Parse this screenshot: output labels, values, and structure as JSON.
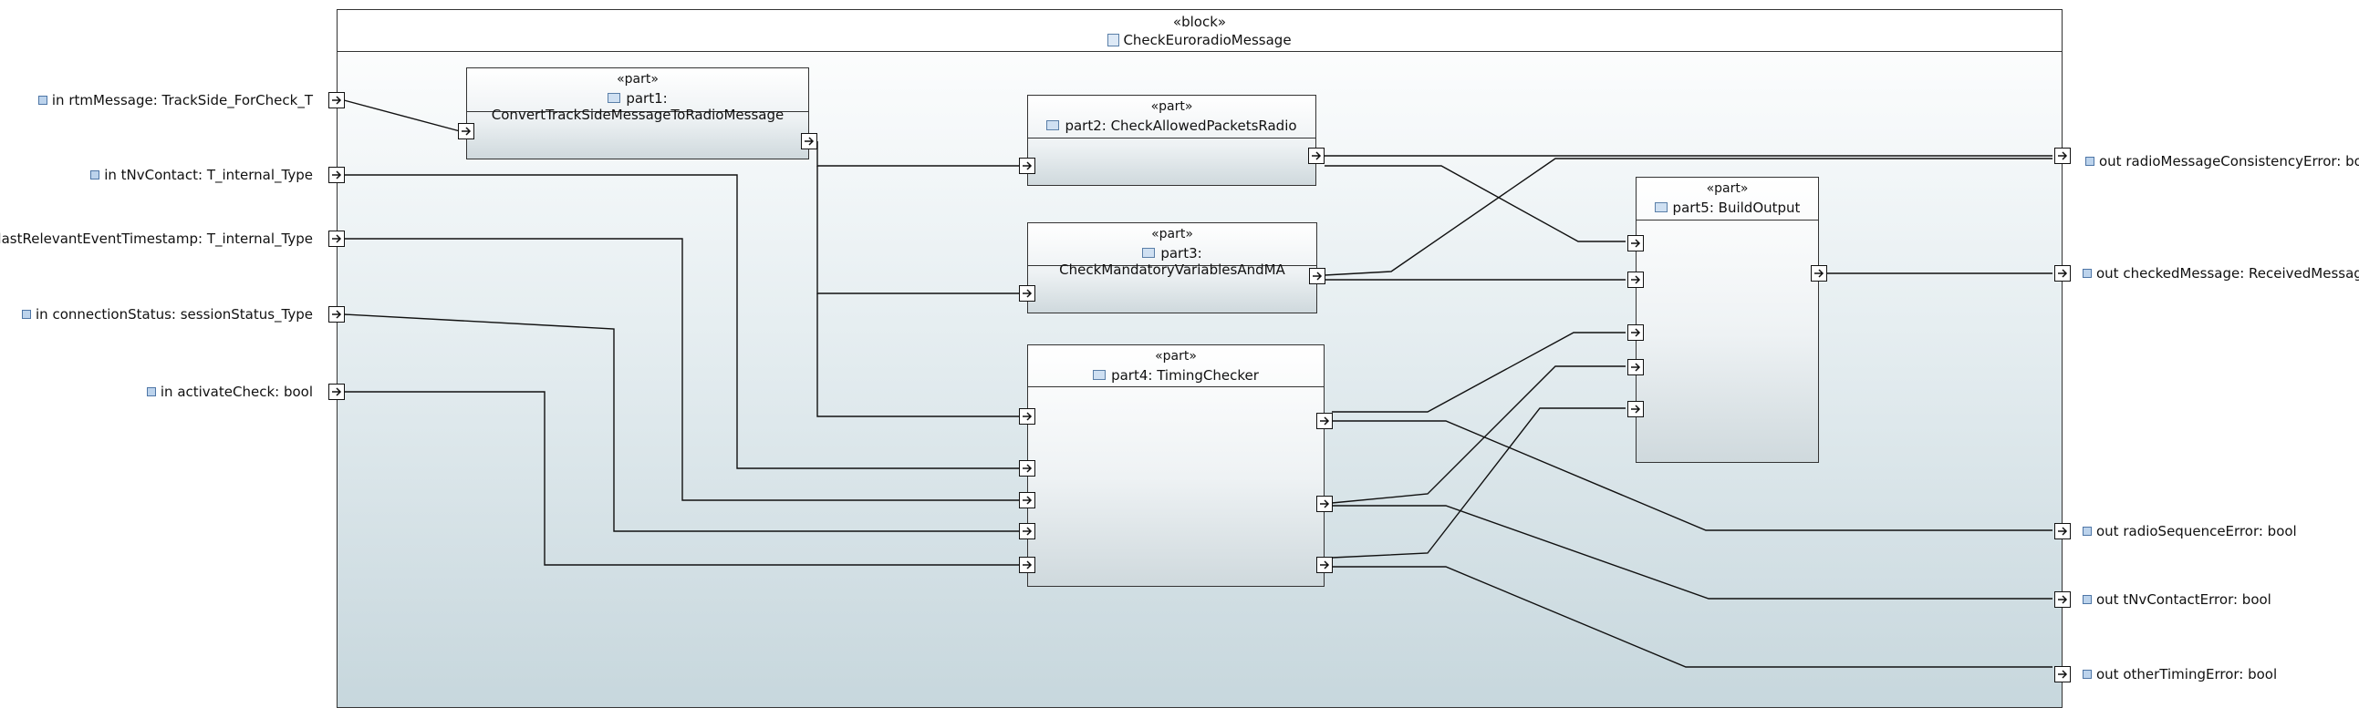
{
  "block": {
    "stereotype": "«block»",
    "name": "CheckEuroradioMessage"
  },
  "parts": [
    {
      "stereotype": "«part»",
      "name": "part1: ConvertTrackSideMessageToRadioMessage"
    },
    {
      "stereotype": "«part»",
      "name": "part2: CheckAllowedPacketsRadio"
    },
    {
      "stereotype": "«part»",
      "name": "part3: CheckMandatoryVariablesAndMA"
    },
    {
      "stereotype": "«part»",
      "name": "part4: TimingChecker"
    },
    {
      "stereotype": "«part»",
      "name": "part5: BuildOutput"
    }
  ],
  "inputs": [
    "in rtmMessage: TrackSide_ForCheck_T",
    "in tNvContact: T_internal_Type",
    "in lastRelevantEventTimestamp: T_internal_Type",
    "in connectionStatus: sessionStatus_Type",
    "in activateCheck: bool"
  ],
  "outputs": [
    "out radioMessageConsistencyError: bool",
    "out checkedMessage: ReceivedMessage_T",
    "out radioSequenceError: bool",
    "out tNvContactError: bool",
    "out otherTimingError: bool"
  ],
  "colors": {
    "line": "#111111",
    "border": "#333333",
    "icon": "#5a7fa8"
  }
}
